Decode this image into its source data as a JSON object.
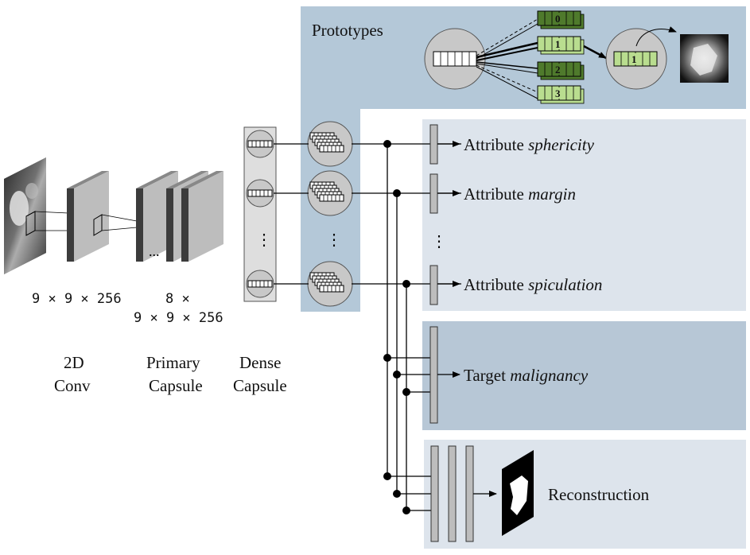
{
  "prototypes_title": "Prototypes",
  "prototype_ids": [
    "0",
    "1",
    "2",
    "3"
  ],
  "selected_prototype": "1",
  "layers": {
    "conv_dims": "9 × 9 × 256",
    "primary_dims_line1": "8 ×",
    "primary_dims_line2": "9 × 9 × 256",
    "conv_label_line1": "2D",
    "conv_label_line2": "Conv",
    "primary_label_line1": "Primary",
    "primary_label_line2": "Capsule",
    "dense_label_line1": "Dense",
    "dense_label_line2": "Capsule",
    "primary_ellipsis": "...",
    "vertical_ellipsis": "⋮"
  },
  "outputs": {
    "attribute_prefix": "Attribute",
    "attr1": "sphericity",
    "attr2": "margin",
    "attr3": "spiculation",
    "target_prefix": "Target",
    "target": "malignancy",
    "reconstruction": "Reconstruction"
  },
  "colors": {
    "prototype_panel": "#b4c8d8",
    "attribute_panel": "#dde4ec",
    "target_panel": "#b7c7d6",
    "recon_panel": "#dde4ec",
    "dark_green": "#4f7a2c",
    "light_green": "#b9dd8f",
    "circle_gray": "#c8c8c8"
  }
}
